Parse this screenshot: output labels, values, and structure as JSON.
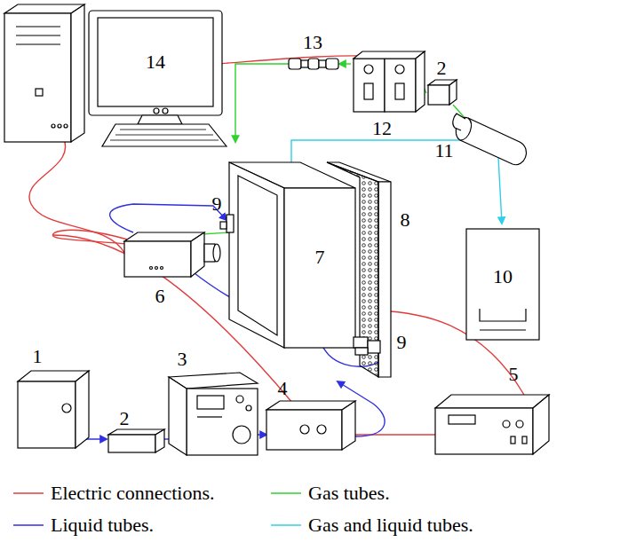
{
  "diagram": {
    "labels": [
      "14",
      "12",
      "2",
      "13",
      "11",
      "9",
      "7",
      "8",
      "10",
      "6",
      "9",
      "1",
      "3",
      "2",
      "4",
      "5"
    ],
    "legend": [
      {
        "text": "Electric connections.",
        "color": "#e03c3c"
      },
      {
        "text": "Gas tubes.",
        "color": "#2fd02f"
      },
      {
        "text": "Liquid tubes.",
        "color": "#3030e0"
      },
      {
        "text": "Gas and liquid tubes.",
        "color": "#30cfe8"
      }
    ]
  }
}
